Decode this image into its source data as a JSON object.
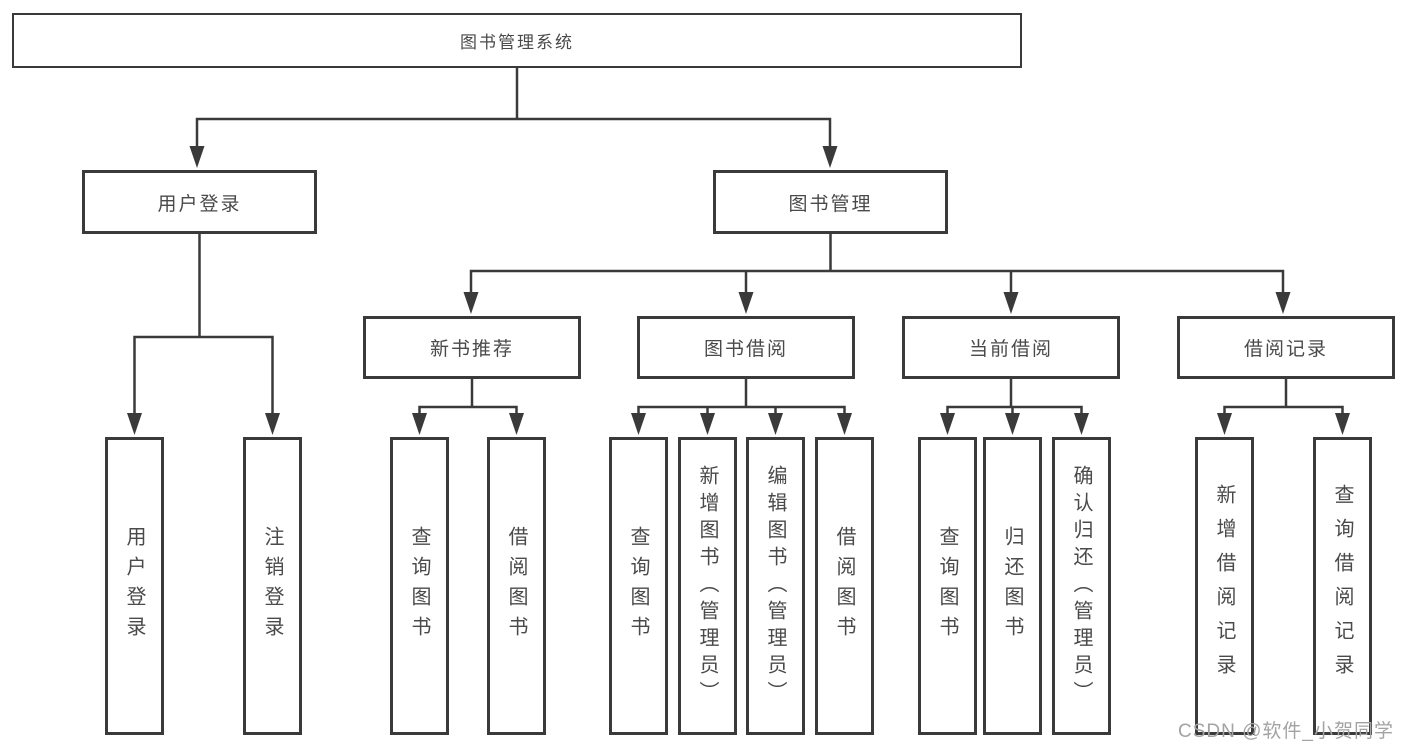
{
  "tree": {
    "root": {
      "label": "图书管理系统"
    },
    "user_login": {
      "label": "用户登录",
      "children": [
        {
          "label": "用户登录"
        },
        {
          "label": "注销登录"
        }
      ]
    },
    "book_management": {
      "label": "图书管理",
      "sections": [
        {
          "label": "新书推荐",
          "children": [
            {
              "label": "查询图书"
            },
            {
              "label": "借阅图书"
            }
          ]
        },
        {
          "label": "图书借阅",
          "children": [
            {
              "label": "查询图书"
            },
            {
              "label": "新增图书（管理员）"
            },
            {
              "label": "编辑图书（管理员）"
            },
            {
              "label": "借阅图书"
            }
          ]
        },
        {
          "label": "当前借阅",
          "children": [
            {
              "label": "查询图书"
            },
            {
              "label": "归还图书"
            },
            {
              "label": "确认归还（管理员）"
            }
          ]
        },
        {
          "label": "借阅记录",
          "children": [
            {
              "label": "新增借阅记录"
            },
            {
              "label": "查询借阅记录"
            }
          ]
        }
      ]
    }
  },
  "watermark": {
    "text": "CSDN @软件_小贺同学"
  },
  "colors": {
    "line": "#3a3a3a",
    "box_border": "#3a3a3a",
    "text": "#4a4a4a",
    "background": "#ffffff",
    "watermark": "#a3a3a3"
  }
}
